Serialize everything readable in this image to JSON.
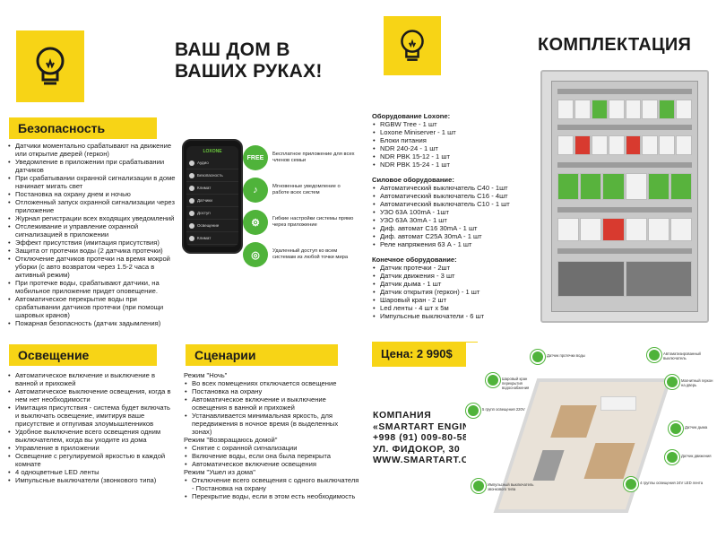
{
  "colors": {
    "accent": "#f7d416",
    "green": "#4fb33a",
    "text": "#1a1a1a"
  },
  "left": {
    "headline": [
      "ВАШ ДОМ В",
      "ВАШИХ РУКАХ!"
    ],
    "security": {
      "title": "Безопасность",
      "items": [
        "Датчики моментально срабатывают на движение или открытие дверей (геркон)",
        "Уведомление в приложении при срабатывании датчиков",
        "При срабатывании охранной сигнализации в доме начинает мигать свет",
        "Постановка на охрану днем и ночью",
        "Отложенный запуск охранной сигнализации через приложение",
        "Журнал регистрации всех входящих уведомлений",
        "Отслеживание и управление охранной сигнализацией в приложении",
        "Эффект присутствия (имитация присутствия)",
        "Защита от протечки воды (2 датчика протечки)",
        "Отключение датчиков протечки на время мокрой уборки (с авто возвратом через 1.5-2 часа в активный режим)",
        "При протечке воды, срабатывают датчики, на мобильное приложение придет оповещение.",
        "Автоматическое перекрытие воды при срабатывании датчиков протечки (при помощи шаровых кранов)",
        "Пожарная безопасность (датчик задымления)"
      ]
    },
    "phone": {
      "brand": "LOXONE",
      "rows": [
        "Аудио",
        "Безопасность",
        "Климат",
        "Датчики",
        "Доступ",
        "Освещение",
        "Климат"
      ]
    },
    "features": [
      {
        "icon": "FREE",
        "text": "Бесплатное приложение для всех членов семьи"
      },
      {
        "icon": "bell-icon",
        "text": "Мгновенные уведомление о работе всех систем"
      },
      {
        "icon": "gear-icon",
        "text": "Гибкие настройки системы прямо через приложение"
      },
      {
        "icon": "globe-icon",
        "text": "Удаленный доступ ко всем системам из любой точки мира"
      }
    ],
    "lighting": {
      "title": "Освещение",
      "items": [
        "Автоматическое включение и выключение в ванной и прихожей",
        "Автоматическое выключение освещения, когда в нем нет необходимости",
        "Имитация присутствия - система будет включать и выключать освещение, имитируя ваше присутствие и отпугивая злоумышленников",
        "Удобное выключение всего освещения одним выключателем, когда вы уходите из дома",
        "Управление в приложении",
        "Освещение с регулируемой яркостью в каждой комнате",
        "4 одноцветные LED ленты",
        "Импульсные выключатели (звонкового типа)"
      ]
    },
    "scenarios": {
      "title": "Сценарии",
      "groups": [
        {
          "label": "Режим \"Ночь\"",
          "items": [
            "Во всех помещениях отключается освещение",
            "Постановка на охрану",
            "Автоматическое включение и выключение освещения в ванной и прихожей",
            "Устанавливается минимальная яркость, для передвижения в ночное время (в выделенных зонах)"
          ]
        },
        {
          "label": "Режим \"Возвращаюсь домой\"",
          "items": [
            "Снятие с охранной сигнализации",
            "Включение воды, если она была перекрыта",
            "Автоматическое включение освещения"
          ]
        },
        {
          "label": "Режим \"Ушел из дома\"",
          "items": [
            "Отключение всего освещения с одного выключателя - Постановка на охрану",
            "Перекрытие воды, если в этом есть необходимость"
          ]
        }
      ]
    }
  },
  "right": {
    "title": "КОМПЛЕКТАЦИЯ",
    "equipment": [
      {
        "label": "Оборудование Loxone:",
        "items": [
          "RGBW Tree - 1 шт",
          "Loxone Miniserver - 1 шт",
          "Блоки питания",
          "NDR 240-24 - 1 шт",
          "NDR PBK 15-12 - 1 шт",
          "NDR PBK 15-24 - 1 шт"
        ]
      },
      {
        "label": "Силовое оборудование:",
        "items": [
          "Автоматический выключатель С40 - 1шт",
          "Автоматический выключатель С16 - 4шт",
          "Автоматический выключатель С10 - 1 шт",
          "УЗО 63А 100mA - 1шт",
          "УЗО 63А 30mA - 1 шт",
          "Диф. автомат С16 30mA - 1 шт",
          "Диф. автомат С25А 30mA - 1 шт",
          "Реле напряжения 63 А - 1 шт"
        ]
      },
      {
        "label": "Конечное оборудование:",
        "items": [
          "Датчик протечки - 2шт",
          "Датчик движения - 3 шт",
          "Датчик дыма - 1 шт",
          "Датчик открытия (геркон) - 1 шт",
          "Шаровый кран - 2 шт",
          "Led ленты - 4 шт х 5м",
          "Импульсные выключатели - 6 шт"
        ]
      }
    ],
    "price": "Цена: 2 990$",
    "company": [
      "КОМПАНИЯ",
      "«SMARTART ENGINEER»",
      "+998 (91) 009-80-58",
      "УЛ. ФИДОКОР, 30",
      "WWW.SMARTART.CENTER"
    ],
    "plan_labels": [
      "Датчик протечки воды",
      "Шаровый кран перекрытия водоснабжения",
      "5 групп освещения 220V",
      "Автоматизированный выключатель",
      "Магнитный геркон на дверь",
      "Датчик дыма",
      "Датчик движения",
      "4 группы освещения 24V LED лента",
      "Импульсный выключатель звонкового типа"
    ]
  }
}
